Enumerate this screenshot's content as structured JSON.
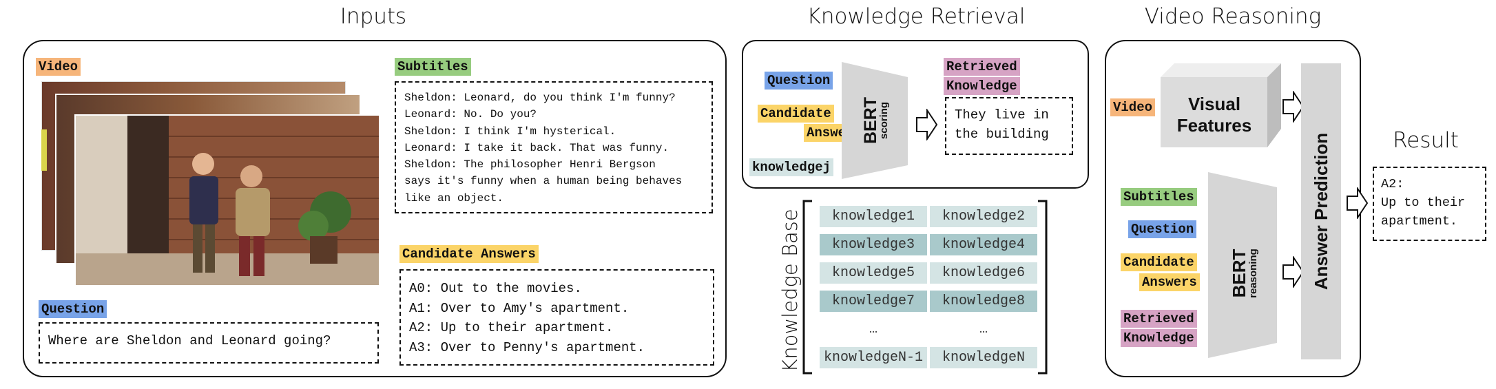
{
  "titles": {
    "inputs": "Inputs",
    "retrieval": "Knowledge Retrieval",
    "reasoning": "Video Reasoning",
    "result": "Result"
  },
  "inputs": {
    "video_tag": "Video",
    "subtitles_tag": "Subtitles",
    "subtitle_lines": [
      "Sheldon: Leonard, do you think I'm funny?",
      "Leonard: No. Do you?",
      "Sheldon: I think I'm hysterical.",
      "Leonard: I take it back. That was funny.",
      "Sheldon: The philosopher Henri Bergson",
      "says it's funny when a human being behaves",
      "like an object."
    ],
    "candidate_tag": "Candidate Answers",
    "answers": [
      "A0: Out to the movies.",
      "A1: Over to Amy's apartment.",
      "A2: Up to their apartment.",
      "A3: Over to Penny's apartment."
    ],
    "question_tag": "Question",
    "question_text": "Where are Sheldon and Leonard going?"
  },
  "retrieval": {
    "question_tag": "Question",
    "candidate_tag_1": "Candidate",
    "candidate_tag_2": "Answers",
    "knowledge_tag": "knowledgej",
    "bert_label": "BERT",
    "bert_sub": "scoring",
    "retrieved_tag_1": "Retrieved",
    "retrieved_tag_2": "Knowledge",
    "retrieved_text_1": "They live in",
    "retrieved_text_2": "the building"
  },
  "knowledge_base": {
    "label": "Knowledge Base",
    "items": [
      "knowledge1",
      "knowledge2",
      "knowledge3",
      "knowledge4",
      "knowledge5",
      "knowledge6",
      "knowledge7",
      "knowledge8",
      "…",
      "…",
      "knowledgeN-1",
      "knowledgeN"
    ]
  },
  "reasoning": {
    "video_tag": "Video",
    "visual_1": "Visual",
    "visual_2": "Features",
    "subtitles_tag": "Subtitles",
    "question_tag": "Question",
    "candidate_tag_1": "Candidate",
    "candidate_tag_2": "Answers",
    "retrieved_tag_1": "Retrieved",
    "retrieved_tag_2": "Knowledge",
    "bert_label": "BERT",
    "bert_sub": "reasoning",
    "prediction_label": "Answer Prediction"
  },
  "result": {
    "line1": "A2:",
    "line2": "Up to their",
    "line3": "apartment."
  },
  "colors": {
    "video": "#f6b57a",
    "subtitles": "#97cc7f",
    "question": "#78a3e8",
    "candidate": "#fbd468",
    "retrieved": "#d6a3c4",
    "knowledge_light": "#d4e4e4",
    "knowledge_dark": "#a9c9cb"
  }
}
